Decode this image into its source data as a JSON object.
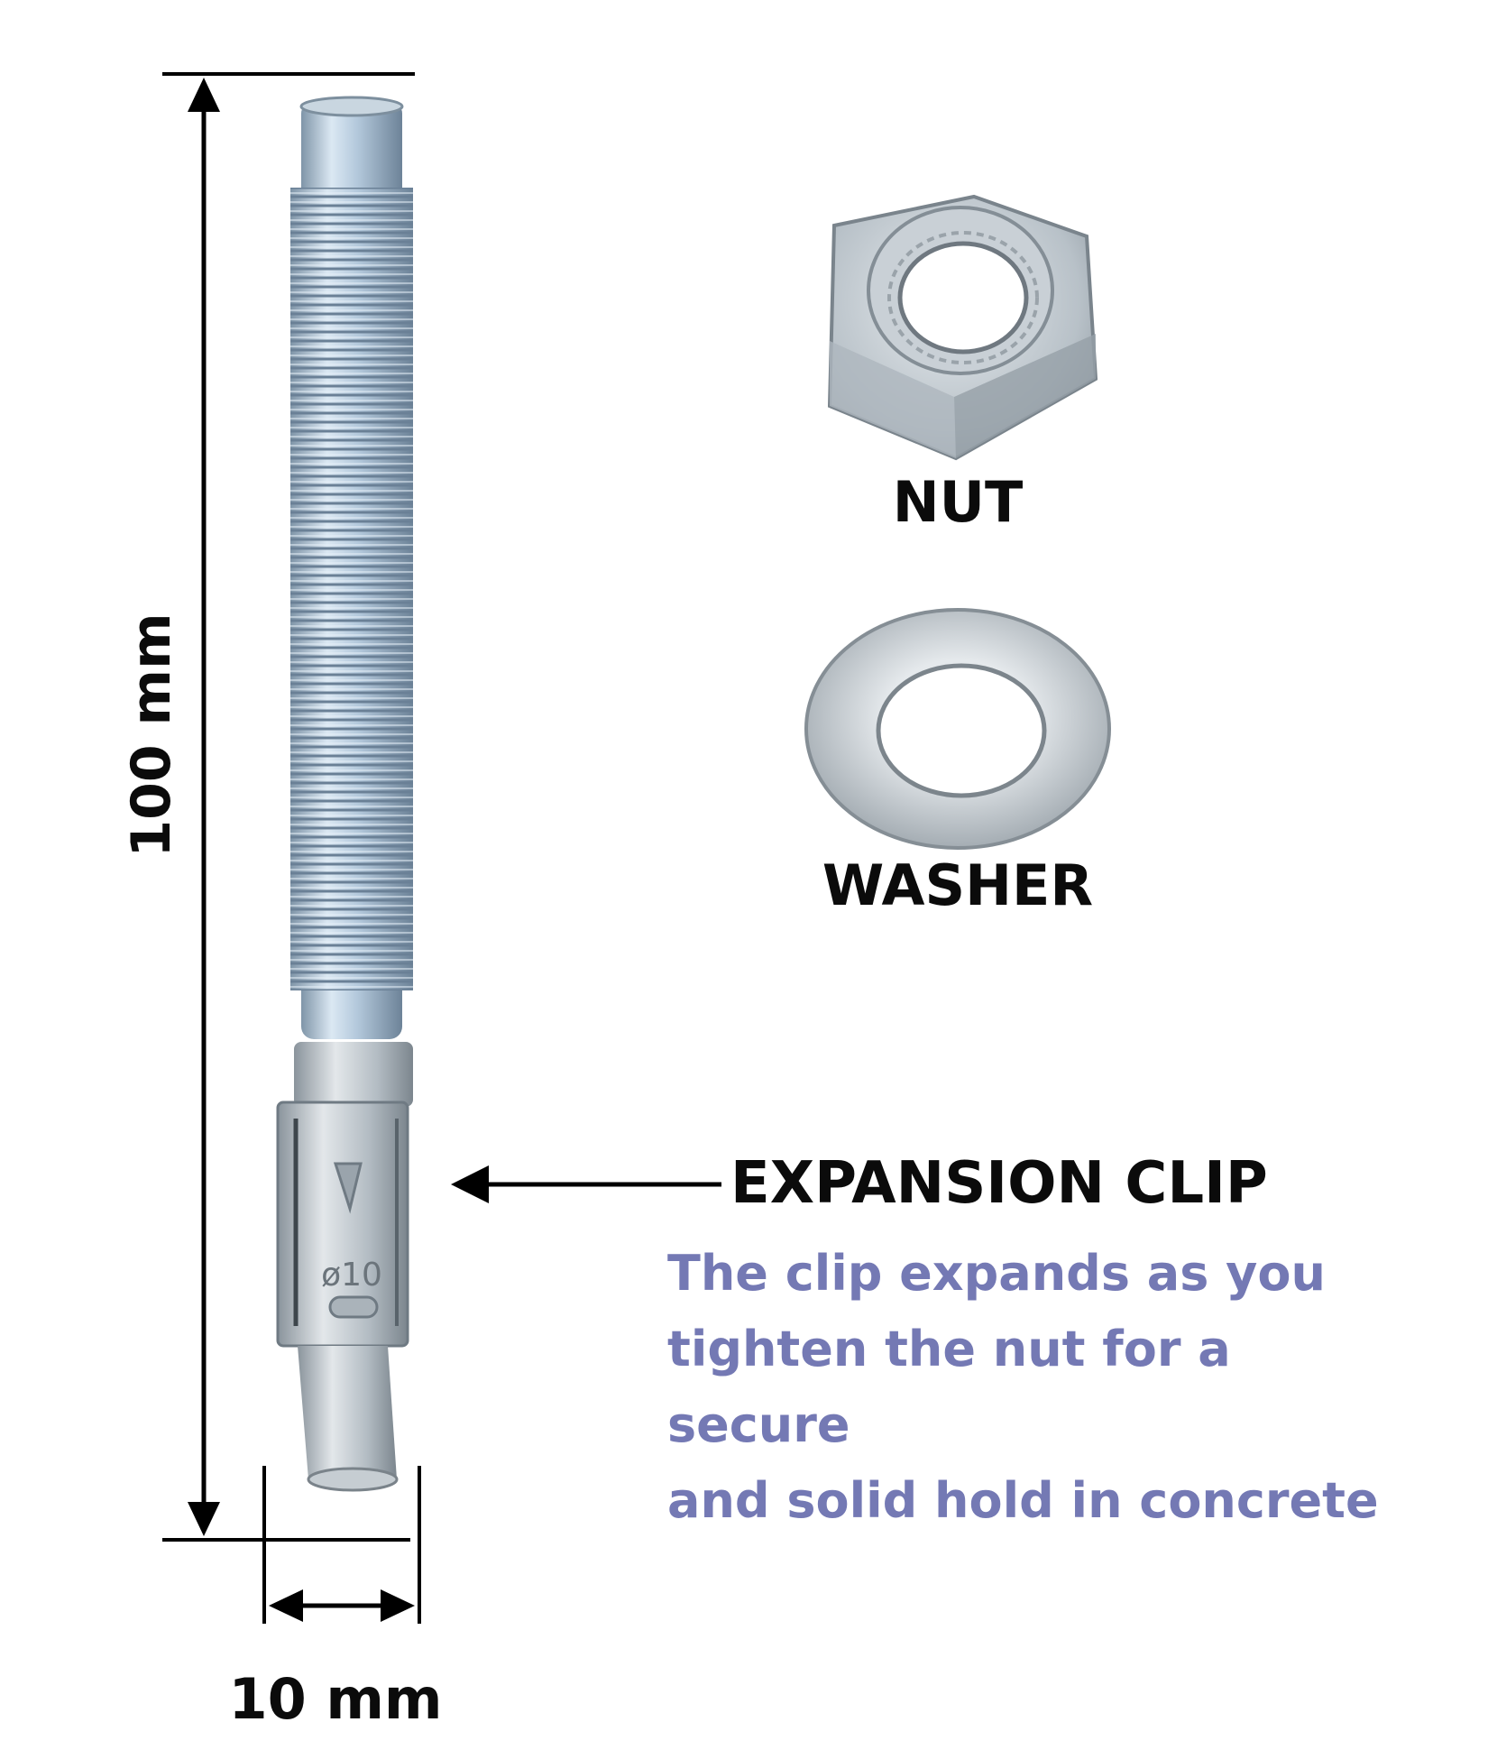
{
  "dimensions": {
    "length_label": "100 mm",
    "width_label": "10 mm"
  },
  "components": {
    "nut_label": "NUT",
    "washer_label": "WASHER",
    "clip_label": "EXPANSION CLIP",
    "clip_description": "The clip expands as you\ntighten the nut for a secure\nand solid hold in concrete",
    "stamp_text": "ø10"
  },
  "colors": {
    "text": "#0b0b0b",
    "description": "#7479b4",
    "metal": "#b9cbd9"
  }
}
